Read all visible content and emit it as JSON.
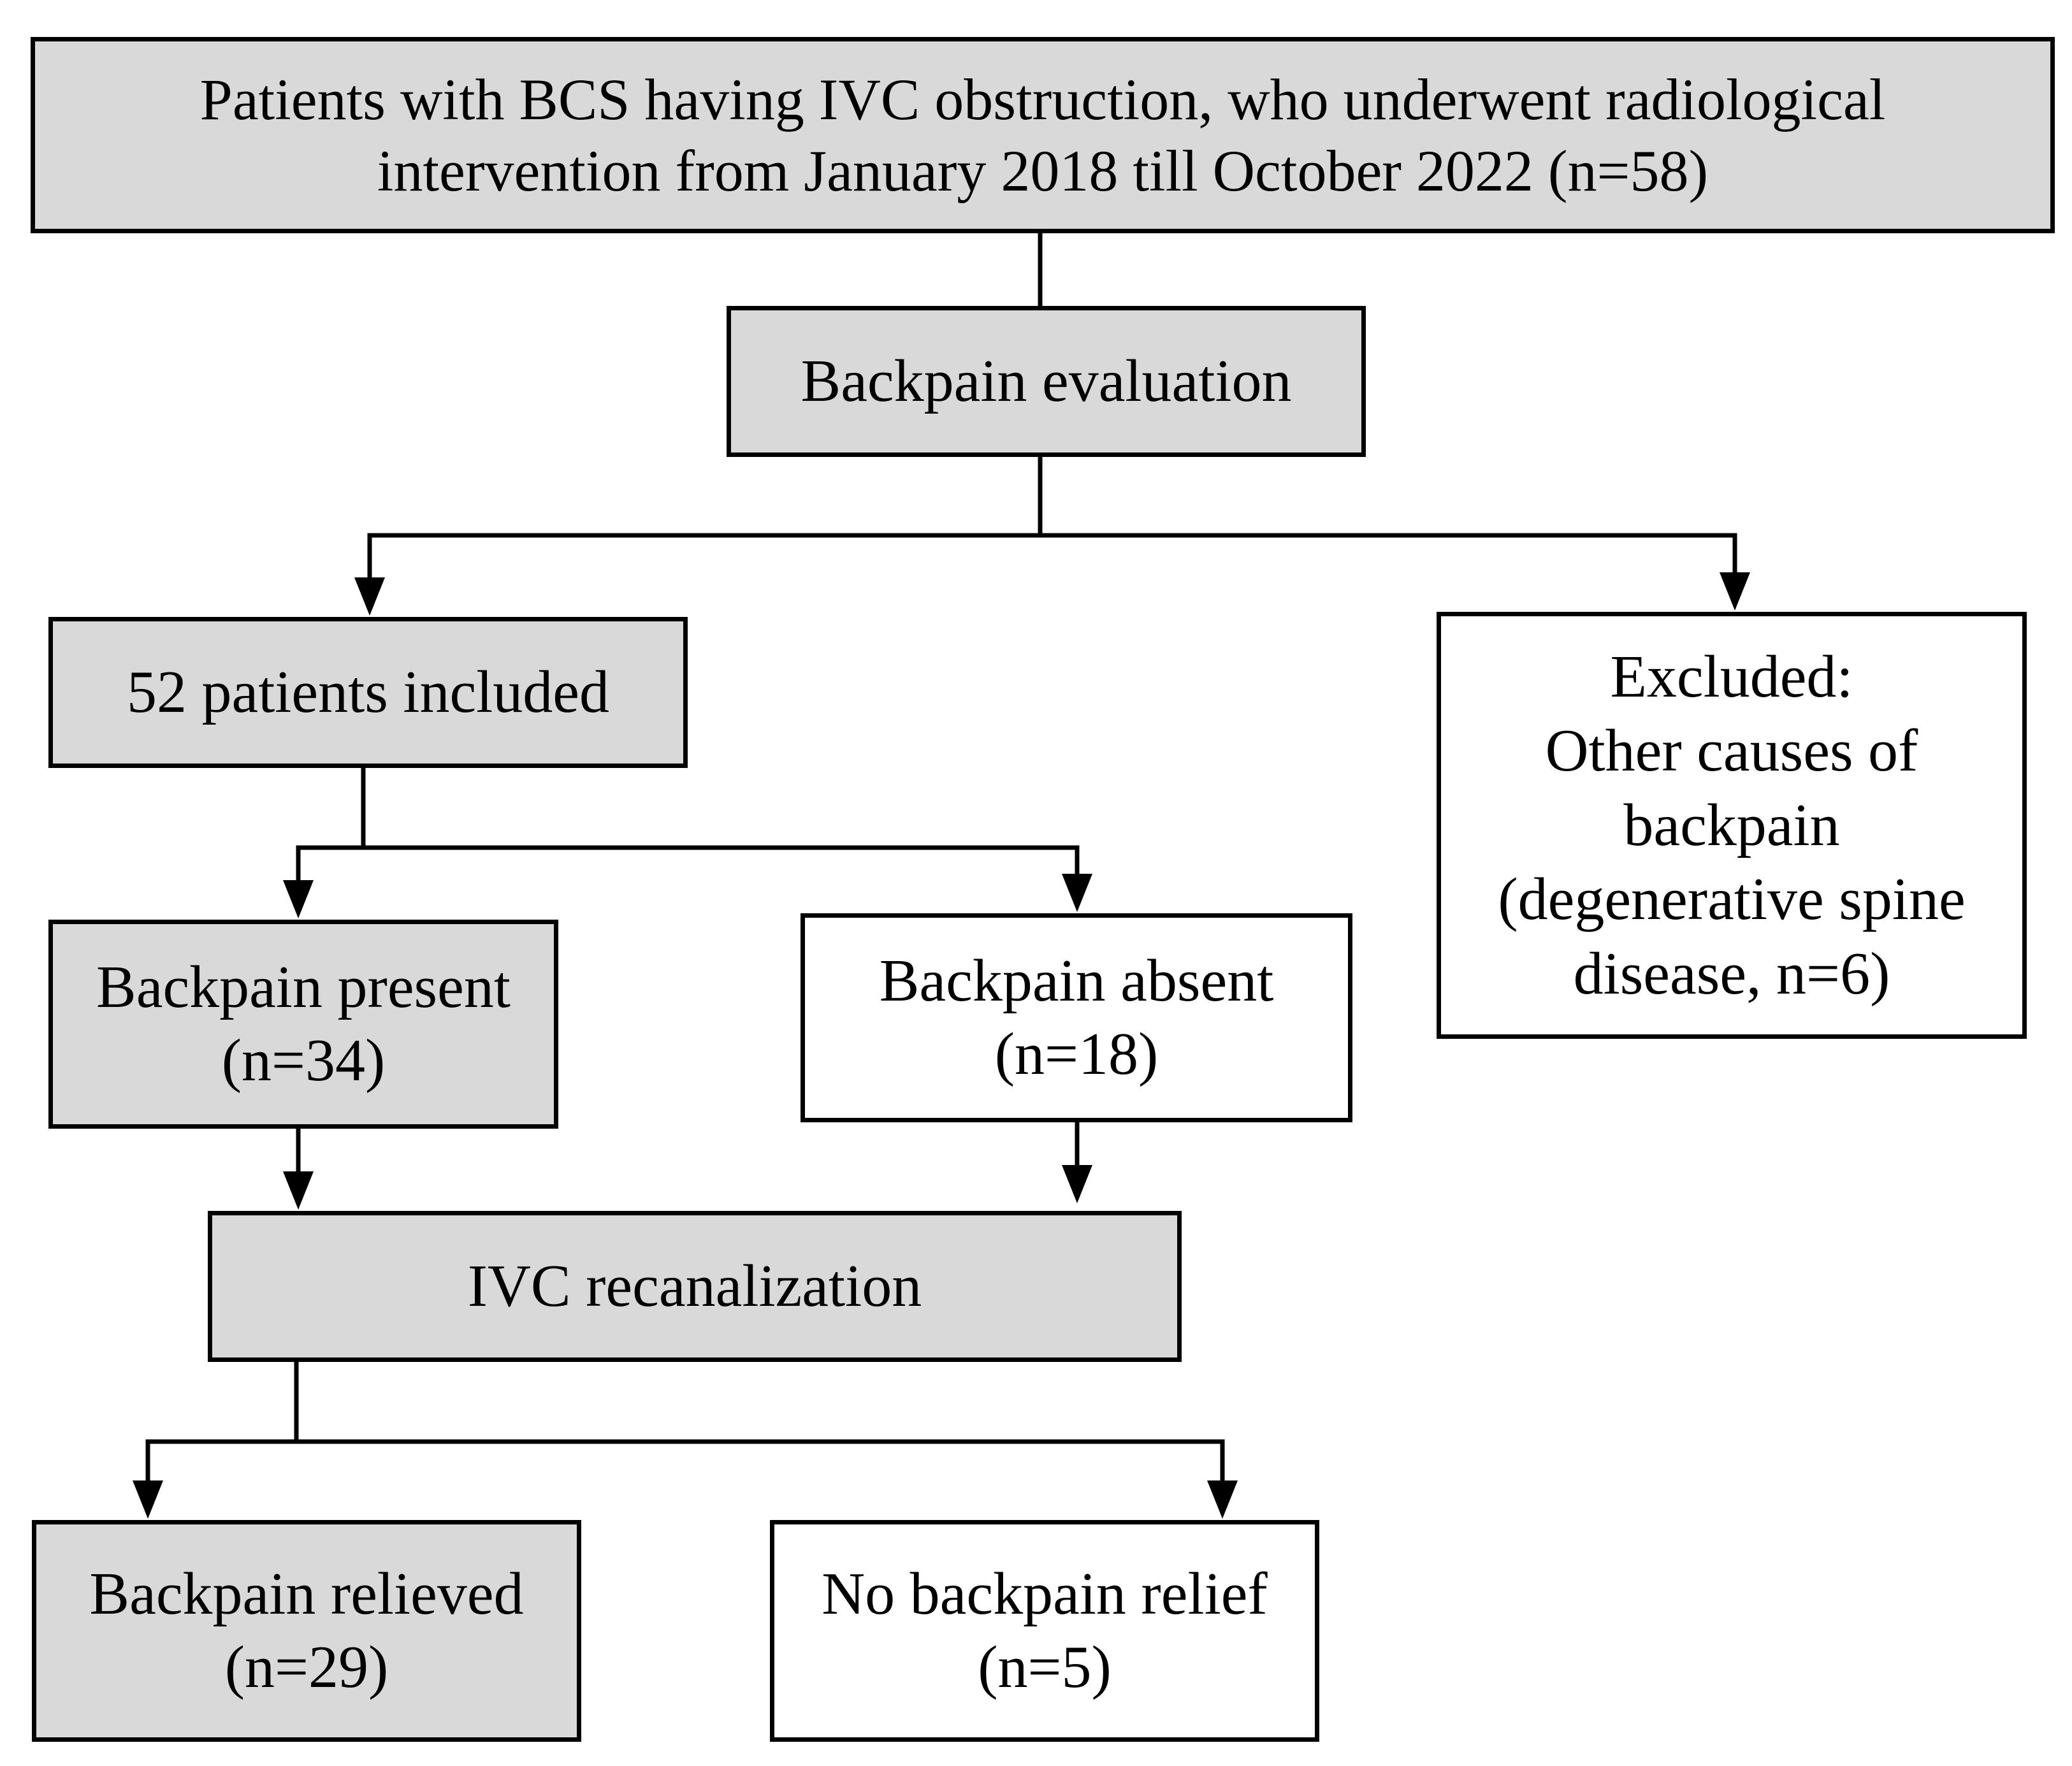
{
  "flowchart": {
    "patients": "Patients with BCS having IVC obstruction, who underwent radiological intervention from January 2018 till October 2022 (n=58)",
    "evaluation": "Backpain evaluation",
    "included": "52 patients included",
    "excluded": "Excluded:\nOther causes of backpain (degenerative spine disease, n=6)",
    "present": "Backpain present (n=34)",
    "absent": "Backpain absent (n=18)",
    "recanalization": "IVC recanalization",
    "relieved": "Backpain relieved (n=29)",
    "no_relief": "No backpain relief (n=5)"
  },
  "colors": {
    "shaded_box": "#d9d9d9",
    "plain_box": "#ffffff",
    "line": "#000000"
  }
}
